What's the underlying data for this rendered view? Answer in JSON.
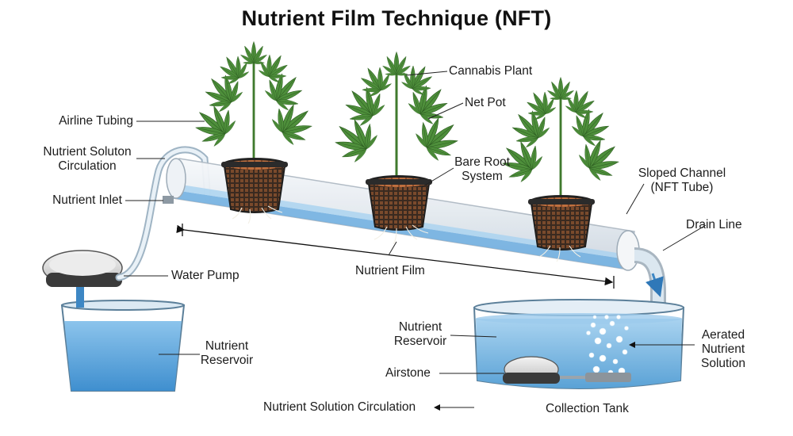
{
  "title": "Nutrient Film Technique (NFT)",
  "labels": {
    "cannabis_plant": "Cannabis Plant",
    "net_pot": "Net Pot",
    "airline_tubing": "Airline Tubing",
    "nutrient_circulation_top": "Nutrient Soluton Circulation",
    "bare_root": "Bare Root System",
    "sloped_channel": "Sloped Channel (NFT Tube)",
    "nutrient_inlet": "Nutrient Inlet",
    "drain_line": "Drain Line",
    "water_pump": "Water Pump",
    "nutrient_film": "Nutrient Film",
    "left_reservoir": "Nutrient Reservoir",
    "right_reservoir": "Nutrient Reservoir",
    "aerated_solution": "Aerated Nutrient Solution",
    "airstone": "Airstone",
    "nutrient_circulation_bottom": "Nutrient Solution Circulation",
    "collection_tank": "Collection Tank"
  },
  "colors": {
    "water": "#5fa8dc",
    "water_dark": "#3d87c4",
    "leaf": "#4d8c3a",
    "leaf_dark": "#356a28",
    "pot": "#2b2b2b",
    "clay": "#b5653a",
    "tube": "#e9eef3"
  }
}
